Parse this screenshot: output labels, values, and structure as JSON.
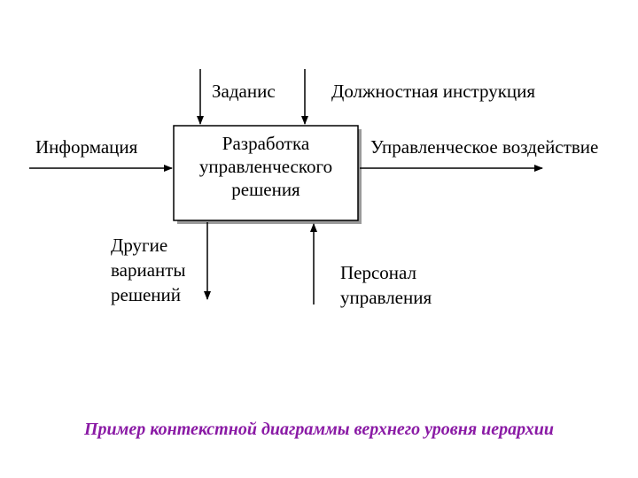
{
  "diagram": {
    "process_box": {
      "lines": [
        "Разработка",
        "управленческого",
        "решения"
      ]
    },
    "controls": [
      {
        "label": "Заданис"
      },
      {
        "label": "Должностная инструкция"
      }
    ],
    "input": {
      "label": "Информация"
    },
    "output": {
      "label": "Управленческое  воздействие"
    },
    "bottom_left": {
      "lines": [
        "Другие",
        "варианты",
        "решений"
      ]
    },
    "mechanism": {
      "lines": [
        "Персонал",
        "управления"
      ]
    }
  },
  "caption": "Пример  контекстной диаграммы верхнего уровня иерархии",
  "colors": {
    "caption": "#8a1aa5",
    "lines": "#000000",
    "box_shadow": "#9a9a9a"
  }
}
